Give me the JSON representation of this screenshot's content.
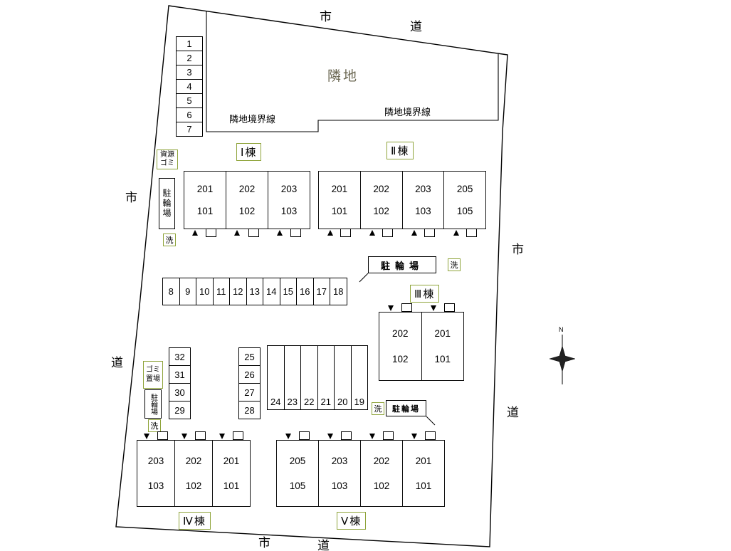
{
  "site": {
    "adjacent_land_label": "隣地",
    "boundary_label": "隣地境界線",
    "compass_north": "N"
  },
  "roads": {
    "shi": "市",
    "do": "道"
  },
  "buildings": [
    {
      "label": "Ⅰ棟",
      "units": [
        {
          "u": "201",
          "l": "101"
        },
        {
          "u": "202",
          "l": "102"
        },
        {
          "u": "203",
          "l": "103"
        }
      ]
    },
    {
      "label": "Ⅱ棟",
      "units": [
        {
          "u": "201",
          "l": "101"
        },
        {
          "u": "202",
          "l": "102"
        },
        {
          "u": "203",
          "l": "103"
        },
        {
          "u": "205",
          "l": "105"
        }
      ]
    },
    {
      "label": "Ⅲ棟",
      "units": [
        {
          "u": "202",
          "l": "102"
        },
        {
          "u": "201",
          "l": "101"
        }
      ]
    },
    {
      "label": "Ⅳ棟",
      "units": [
        {
          "u": "203",
          "l": "103"
        },
        {
          "u": "202",
          "l": "102"
        },
        {
          "u": "201",
          "l": "101"
        }
      ]
    },
    {
      "label": "Ⅴ棟",
      "units": [
        {
          "u": "205",
          "l": "105"
        },
        {
          "u": "203",
          "l": "103"
        },
        {
          "u": "202",
          "l": "102"
        },
        {
          "u": "201",
          "l": "101"
        }
      ]
    }
  ],
  "parking": {
    "top_left_column": [
      "1",
      "2",
      "3",
      "4",
      "5",
      "6",
      "7"
    ],
    "middle_row": [
      "8",
      "9",
      "10",
      "11",
      "12",
      "13",
      "14",
      "15",
      "16",
      "17",
      "18"
    ],
    "left_column": [
      "32",
      "31",
      "30",
      "29"
    ],
    "center_column": [
      "25",
      "26",
      "27",
      "28"
    ],
    "bottom_row": [
      "24",
      "23",
      "22",
      "21",
      "20",
      "19"
    ]
  },
  "facilities": {
    "bicycle_parking": "駐輪場",
    "washer": "洗",
    "trash_line1": "ゴミ",
    "trash_line2": "置場",
    "recycle_line1": "資源",
    "recycle_line2": "ゴミ"
  },
  "colors": {
    "line": "#000000",
    "green_label_border": "#8fa43b",
    "background": "#ffffff"
  }
}
